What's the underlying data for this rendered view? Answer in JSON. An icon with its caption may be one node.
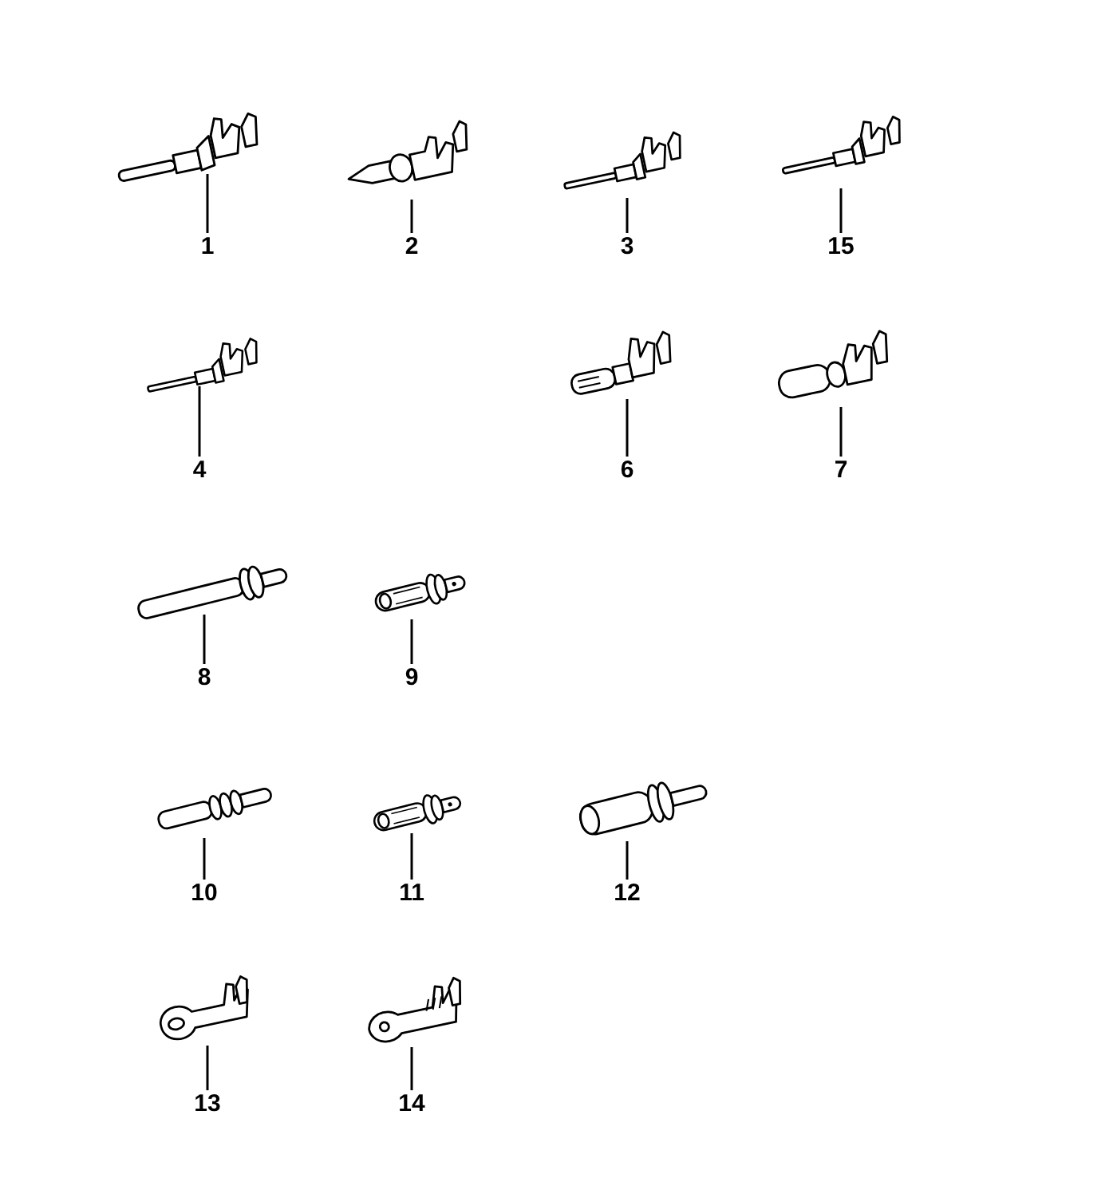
{
  "diagram": {
    "nodes": [
      {
        "text": [],
        "shape": "picture"
      },
      {
        "text": [],
        "shape": "picture"
      },
      {
        "text": [],
        "shape": "picture"
      },
      {
        "text": [],
        "shape": "picture"
      },
      {
        "text": [],
        "shape": "picture"
      },
      {
        "text": [],
        "shape": "picture"
      },
      {
        "text": [],
        "shape": "picture"
      },
      {
        "text": [],
        "shape": "picture"
      },
      {
        "text": [],
        "shape": "picture"
      },
      {
        "text": [],
        "shape": "picture"
      },
      {
        "text": [],
        "shape": "picture"
      },
      {
        "text": [],
        "shape": "picture"
      },
      {
        "text": [],
        "shape": "picture"
      },
      {
        "text": [],
        "shape": "picture"
      },
      {
        "text": [
          "1"
        ]
      },
      {
        "text": [
          "2"
        ]
      },
      {
        "text": [
          "3"
        ]
      },
      {
        "text": [
          "15"
        ]
      },
      {
        "text": [
          "4"
        ]
      },
      {
        "text": [
          "6"
        ]
      },
      {
        "text": [
          "7"
        ]
      },
      {
        "text": [
          "8"
        ]
      },
      {
        "text": [
          "9"
        ]
      },
      {
        "text": [
          "10"
        ]
      },
      {
        "text": [
          "11"
        ]
      },
      {
        "text": [
          "12"
        ]
      },
      {
        "text": [
          "13"
        ]
      },
      {
        "text": [
          "14"
        ]
      }
    ],
    "edges": [
      {
        "from": 14,
        "to": 0,
        "arrow": "none"
      },
      {
        "from": 15,
        "to": 1,
        "arrow": "none"
      },
      {
        "from": 16,
        "to": 2,
        "arrow": "none"
      },
      {
        "from": 17,
        "to": 3,
        "arrow": "none"
      },
      {
        "from": 18,
        "to": 4,
        "arrow": "none"
      },
      {
        "from": 19,
        "to": 5,
        "arrow": "none"
      },
      {
        "from": 20,
        "to": 6,
        "arrow": "none"
      },
      {
        "from": 21,
        "to": 7,
        "arrow": "none"
      },
      {
        "from": 22,
        "to": 8,
        "arrow": "none"
      },
      {
        "from": 23,
        "to": 9,
        "arrow": "none"
      },
      {
        "from": 24,
        "to": 10,
        "arrow": "none"
      },
      {
        "from": 25,
        "to": 11,
        "arrow": "none"
      },
      {
        "from": 26,
        "to": 12,
        "arrow": "none"
      },
      {
        "from": 27,
        "to": 13,
        "arrow": "none"
      }
    ]
  }
}
